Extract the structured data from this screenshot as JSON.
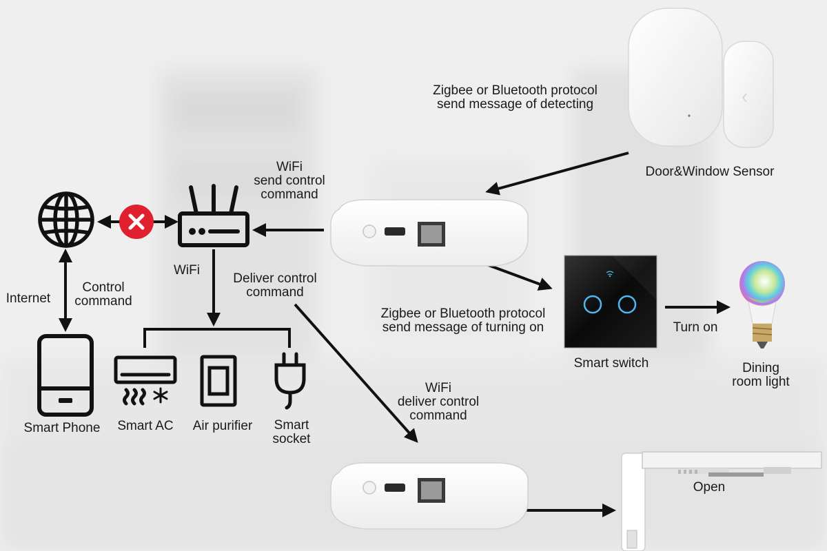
{
  "labels": {
    "sensor_protocol": [
      "Zigbee or Bluetooth protocol",
      "send message of detecting"
    ],
    "door_window_sensor": "Door&Window Sensor",
    "wifi_send": [
      "WiFi",
      "send control",
      "command"
    ],
    "wifi_router": "WiFi",
    "deliver_control": [
      "Deliver control",
      "command"
    ],
    "internet": "Internet",
    "control_command": [
      "Control",
      "command"
    ],
    "switch_protocol": [
      "Zigbee or Bluetooth protocol",
      "send message of turning on"
    ],
    "smart_switch": "Smart switch",
    "turn_on": "Turn on",
    "dining_light": [
      "Dining",
      "room light"
    ],
    "smart_phone": "Smart Phone",
    "smart_ac": "Smart AC",
    "air_purifier": "Air purifier",
    "smart_socket": [
      "Smart",
      "socket"
    ],
    "wifi_deliver": [
      "WiFi",
      "deliver control",
      "command"
    ],
    "open": "Open"
  },
  "icons": {
    "globe": "globe-icon",
    "blocked": "blocked-x-icon",
    "router": "router-icon",
    "phone": "smartphone-icon",
    "ac": "air-conditioner-icon",
    "purifier": "air-purifier-icon",
    "socket": "plug-icon",
    "hub": "zigbee-hub-device",
    "sensor": "door-window-sensor-device",
    "switch": "touch-switch-device",
    "bulb": "rgb-bulb-device",
    "curtain": "curtain-motor-device"
  },
  "colors": {
    "blocked_red": "#e0202e",
    "switch_ring": "#4fb8f0",
    "line": "#111111"
  }
}
